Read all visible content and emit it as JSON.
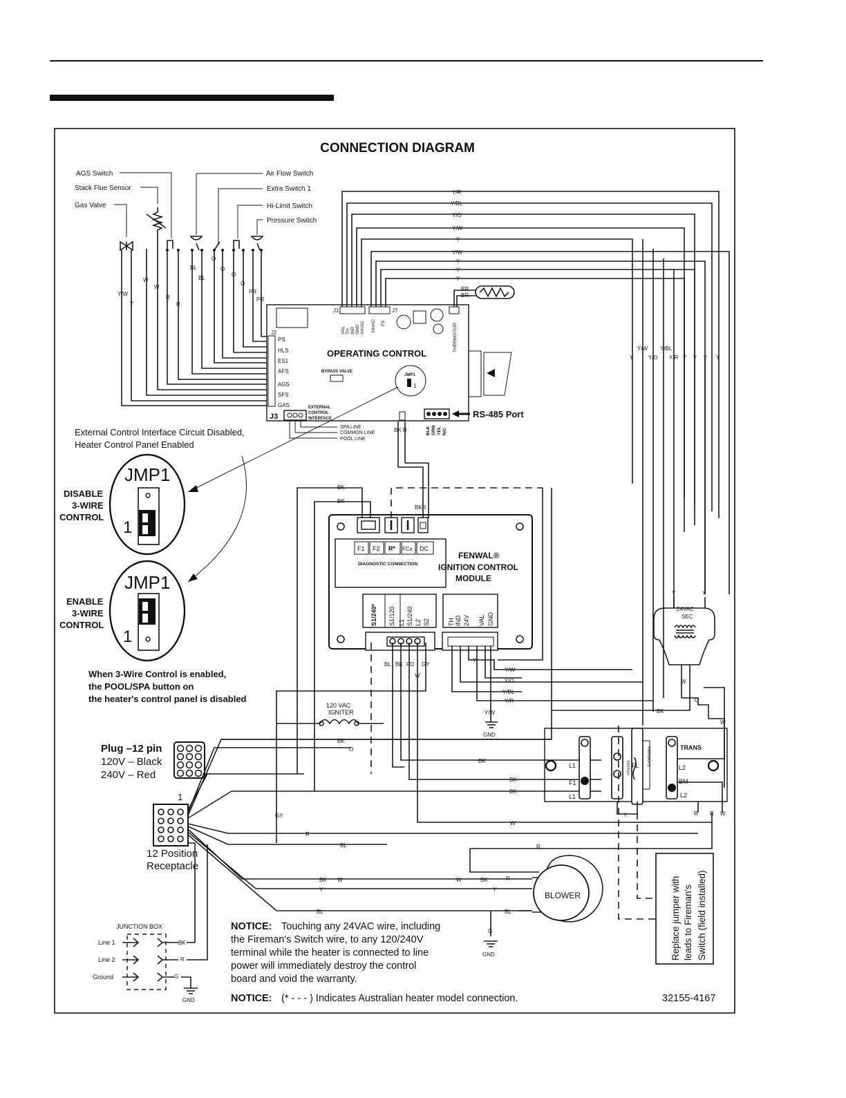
{
  "diagram": {
    "title": "CONNECTION DIAGRAM",
    "part_number": "32155-4167",
    "left_labels": {
      "ags": "AGS Switch",
      "stack": "Stack Flue Sensor",
      "gas_valve": "Gas Valve"
    },
    "top_labels": {
      "air_flow": "Air Flow Switch",
      "extra": "Extra Switch 1",
      "hi_limit": "Hi-Limit Switch",
      "pressure": "Pressure Switch"
    },
    "wire_colors_top": [
      "Y/R",
      "Y/BL",
      "Y/O",
      "Y/W",
      "Y",
      "Y/W",
      "Y",
      "Y",
      "Y"
    ],
    "operating_control": {
      "title": "OPERATING CONTROL",
      "bypass": "BYPASS VALVE",
      "jmp": "JMP1",
      "j2_pins": [
        "PS",
        "HLS",
        "ES1",
        "AFS",
        "AGS",
        "SFS",
        "GAS"
      ],
      "j2": "J2",
      "j3": "J3",
      "j1": "J1",
      "j7": "J7",
      "j1_pins": [
        "VAL",
        "TH",
        "IND",
        "GND",
        "24VAC"
      ],
      "j7_pins": [
        "24VAC",
        "FS"
      ],
      "thermistor": "THERMISTOR",
      "ext_interface": "EXTERNAL CONTROL INTERFACE",
      "spa_line": "SPA LINE",
      "common_line": "COMMON LINE",
      "pool_line": "POOL LINE",
      "rs485": "RS-485 Port",
      "rs485_pins": [
        "BLK",
        "GRN",
        "YEL",
        "N/C"
      ]
    },
    "jumper_note": "External Control Interface Circuit Disabled,\nHeater Control Panel Enabled",
    "jumper_note_l1": "External Control Interface Circuit Disabled,",
    "jumper_note_l2": "Heater Control Panel Enabled",
    "disable_label": [
      "DISABLE",
      "3-WIRE",
      "CONTROL"
    ],
    "enable_label": [
      "ENABLE",
      "3-WIRE",
      "CONTROL"
    ],
    "jmp_big": "JMP1",
    "pin_one": "1",
    "three_wire_note": [
      "When 3-Wire Control is enabled,",
      "the POOL/SPA button on",
      "the heater's control panel is disabled"
    ],
    "ignition": {
      "title_l1": "FENWAL®",
      "title_l2": "IGNITION CONTROL",
      "title_l3": "MODULE",
      "diag": "DIAGNOSTIC CONNECTION",
      "top_pins": [
        "F1",
        "F2",
        "R*",
        "FC±",
        "DC"
      ],
      "mid_left": [
        "S1/240*",
        "S1/120",
        "L1",
        "S1/240",
        "L2",
        "S2"
      ],
      "mid_right": [
        "TH",
        "IND",
        "24V",
        "VAL",
        "GND"
      ],
      "bottom_wires": [
        "BL",
        "BK",
        "RD",
        "GY"
      ]
    },
    "transformer": {
      "label_l1": "24VAC",
      "label_l2": "SEC"
    },
    "igniter": [
      "120 VAC",
      "IGNITER"
    ],
    "plug": {
      "title": "Plug –12 pin",
      "l1": "120V – Black",
      "l2": "240V – Red"
    },
    "receptacle": [
      "12 Position",
      "Receptacle"
    ],
    "junction": {
      "title": "JUNCTION BOX",
      "lines": [
        "Line 1",
        "Line 2",
        "Ground"
      ],
      "wires": [
        "BK",
        "R",
        "G"
      ]
    },
    "blower": "BLOWER",
    "terminal": {
      "trans": "TRANS",
      "fireman": "FIREMAN'S",
      "switch": "SWITCH",
      "labels": [
        "L1",
        "F1",
        "L1",
        "FL",
        "L2",
        "BM",
        "L2"
      ]
    },
    "fireman_note": [
      "Replace jumper with",
      "leads to Fireman's",
      "Switch (field installed)"
    ],
    "gnd": "GND",
    "notice1_bold": "NOTICE:",
    "notice1": "Touching any 24VAC wire, including",
    "notice1_lines": [
      "the Fireman's Switch wire, to any 120/240V",
      "terminal while the heater is connected to line",
      "power will immediately destroy the control",
      "board and void the warranty."
    ],
    "notice2_bold": "NOTICE:",
    "notice2": "(* - - - ) Indicates Australian heater model connection."
  }
}
